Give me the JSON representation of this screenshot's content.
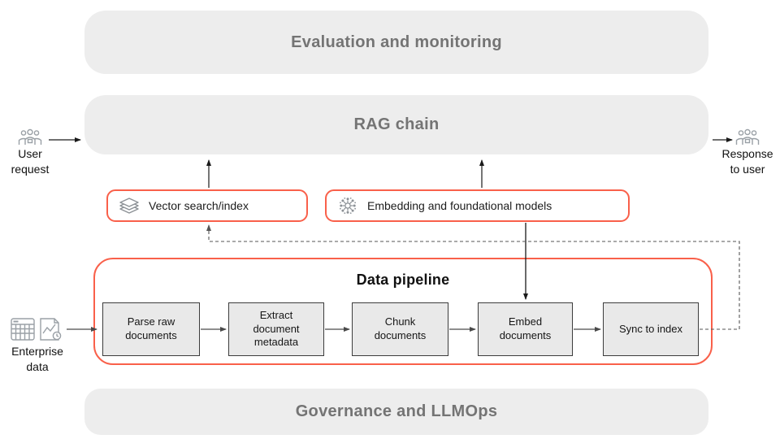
{
  "bands": {
    "evaluation": {
      "label": "Evaluation and monitoring"
    },
    "rag_chain": {
      "label": "RAG chain"
    },
    "governance": {
      "label": "Governance and LLMOps"
    }
  },
  "actors": {
    "user_request": {
      "label": "User request",
      "icon": "users-icon"
    },
    "response_to_user": {
      "label": "Response to user",
      "icon": "users-icon"
    },
    "enterprise_data": {
      "label": "Enterprise data",
      "icons": [
        "table-icon",
        "document-chart-icon"
      ]
    }
  },
  "components": {
    "vector_search": {
      "label": "Vector search/index",
      "icon": "layers-icon"
    },
    "embedding_models": {
      "label": "Embedding and foundational models",
      "icon": "neural-network-icon"
    }
  },
  "pipeline": {
    "title": "Data pipeline",
    "steps": [
      {
        "label": "Parse raw documents"
      },
      {
        "label": "Extract document metadata"
      },
      {
        "label": "Chunk documents"
      },
      {
        "label": "Embed documents"
      },
      {
        "label": "Sync to index"
      }
    ]
  },
  "colors": {
    "accent_orange": "#f9604a",
    "band_fill": "#ededed",
    "band_text": "#747474",
    "step_fill": "#e9e9e9",
    "icon_gray": "#9aa0a6",
    "line_dark": "#1a1a1a",
    "dashed_line": "#555555"
  }
}
